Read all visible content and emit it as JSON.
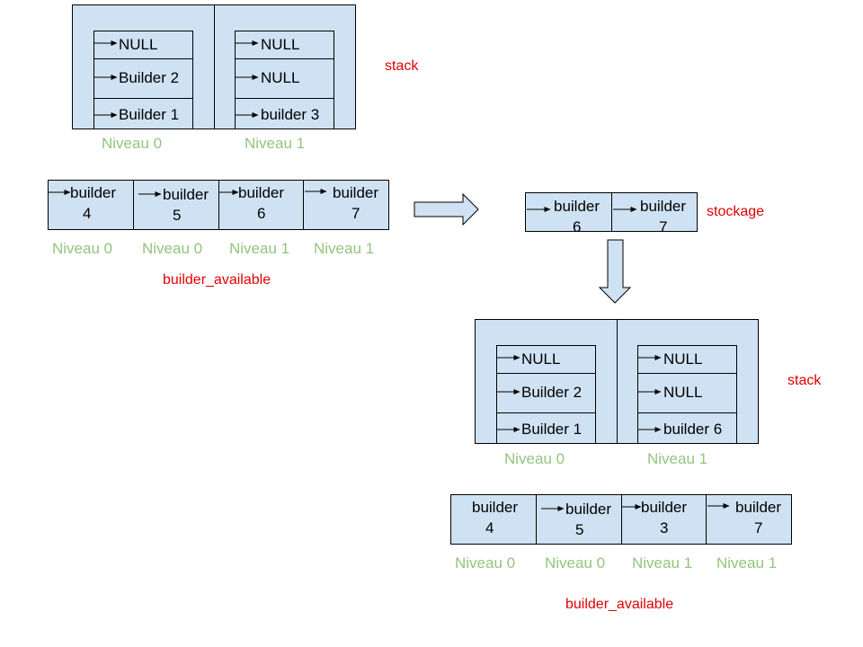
{
  "top_stack": {
    "label": "stack",
    "columns": [
      {
        "level": "Niveau 0",
        "slots": [
          "NULL",
          "Builder 2",
          "Builder 1"
        ]
      },
      {
        "level": "Niveau 1",
        "slots": [
          "NULL",
          "NULL",
          "builder 3"
        ]
      }
    ]
  },
  "top_available": {
    "label": "builder_available",
    "cells": [
      {
        "line1": "builder",
        "line2": "4",
        "level": "Niveau 0"
      },
      {
        "line1": "builder",
        "line2": "5",
        "level": "Niveau 0"
      },
      {
        "line1": "builder",
        "line2": "6",
        "level": "Niveau 1"
      },
      {
        "line1": "builder",
        "line2": "7",
        "level": "Niveau 1"
      }
    ]
  },
  "stockage": {
    "label": "stockage",
    "cells": [
      {
        "line1": "builder",
        "line2": "6"
      },
      {
        "line1": "builder",
        "line2": "7"
      }
    ]
  },
  "bottom_stack": {
    "label": "stack",
    "columns": [
      {
        "level": "Niveau 0",
        "slots": [
          "NULL",
          "Builder 2",
          "Builder 1"
        ]
      },
      {
        "level": "Niveau 1",
        "slots": [
          "NULL",
          "NULL",
          "builder 6"
        ]
      }
    ]
  },
  "bottom_available": {
    "label": "builder_available",
    "cells": [
      {
        "line1": "builder",
        "line2": "4",
        "level": "Niveau 0"
      },
      {
        "line1": "builder",
        "line2": "5",
        "level": "Niveau 0"
      },
      {
        "line1": "builder",
        "line2": "3",
        "level": "Niveau 1"
      },
      {
        "line1": "builder",
        "line2": "7",
        "level": "Niveau 1"
      }
    ]
  },
  "colors": {
    "panel": "#cfe2f3",
    "level_text": "#93c47d",
    "label_text": "#e00000"
  }
}
